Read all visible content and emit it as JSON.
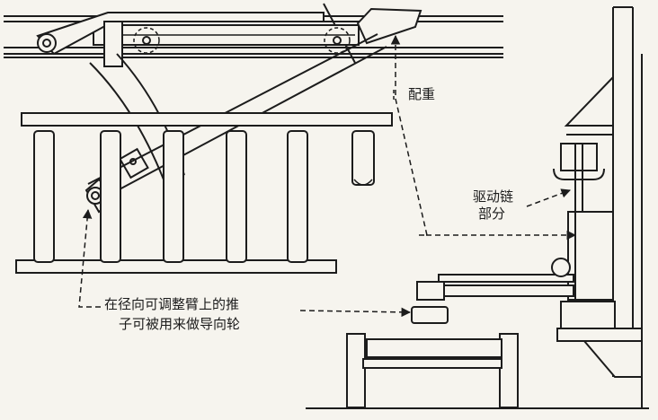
{
  "labels": {
    "counterweight": "配重",
    "drive_chain_line1": "驱动链",
    "drive_chain_line2": "部分",
    "pusher_line1": "在径向可调整臂上的推",
    "pusher_line2": "子可被用来做导向轮"
  },
  "colors": {
    "ink": "#1c1c1c",
    "paper": "#f6f4ee"
  }
}
